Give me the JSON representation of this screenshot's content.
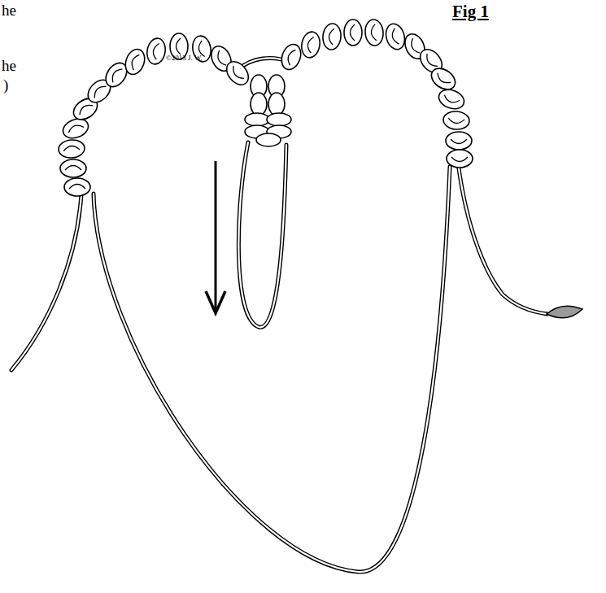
{
  "diagram": {
    "title": "Fig 1",
    "labels": [
      "©2013 J. W.",
      "he",
      "he",
      ")"
    ]
  }
}
